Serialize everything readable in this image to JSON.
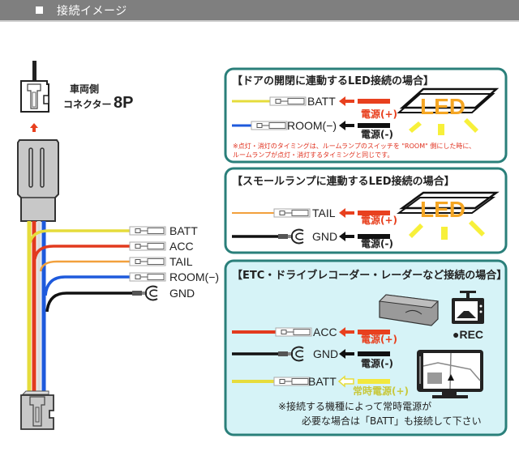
{
  "header": {
    "title": "接続イメージ"
  },
  "connector": {
    "label_line1": "車両側",
    "label_line2": "コネクター",
    "pins": "8P"
  },
  "harness_wires": [
    {
      "label": "BATT",
      "color": "#e6dc3c"
    },
    {
      "label": "ACC",
      "color": "#e23a1e"
    },
    {
      "label": "TAIL",
      "color": "#f2a03c"
    },
    {
      "label": "ROOM(−)",
      "color": "#1e5adc"
    },
    {
      "label": "GND",
      "color": "#111111"
    }
  ],
  "boxes": [
    {
      "title": "【ドアの開閉に連動するLED接続の場合】",
      "rows": [
        {
          "label": "BATT",
          "power": "電源(+)",
          "wire_color": "#e6dc3c",
          "arrow_color": "#e8401e"
        },
        {
          "label": "ROOM(−)",
          "power": "電源(-)",
          "wire_color": "#1e5adc",
          "arrow_color": "#111111"
        }
      ],
      "led_text": "LED",
      "note_line1": "※点灯・消灯のタイミングは、ルームランプのスイッチを \"ROOM\" 側にした時に、",
      "note_line2": "ルームランプが点灯・消灯するタイミングと同じです。"
    },
    {
      "title": "【スモールランプに連動するLED接続の場合】",
      "rows": [
        {
          "label": "TAIL",
          "power": "電源(+)",
          "wire_color": "#f2a03c",
          "arrow_color": "#e8401e"
        },
        {
          "label": "GND",
          "power": "電源(-)",
          "wire_color": "#111111",
          "arrow_color": "#111111"
        }
      ],
      "led_text": "LED"
    },
    {
      "title": "【ETC・ドライブレコーダー・レーダーなど接続の場合】",
      "rows": [
        {
          "label": "ACC",
          "power": "電源(+)",
          "wire_color": "#e23a1e",
          "arrow_color": "#e8401e"
        },
        {
          "label": "GND",
          "power": "電源(-)",
          "wire_color": "#111111",
          "arrow_color": "#111111"
        },
        {
          "label": "BATT",
          "power": "常時電源(+)",
          "wire_color": "#e6dc3c",
          "arrow_color": "#f2e83c"
        }
      ],
      "rec_label": "●REC",
      "note_line1": "※接続する機種によって常時電源が",
      "note_line2": "必要な場合は「BATT」も接続して下さい"
    }
  ],
  "colors": {
    "box_border": "#2a7f7a",
    "box3_fill": "#d6f3f7",
    "led_orange": "#f5a623",
    "led_rays": "#f7f03a",
    "power_plus": "#e8401e",
    "power_minus": "#222222",
    "note_red": "#e0301e",
    "batt_power": "#c8c83c"
  }
}
